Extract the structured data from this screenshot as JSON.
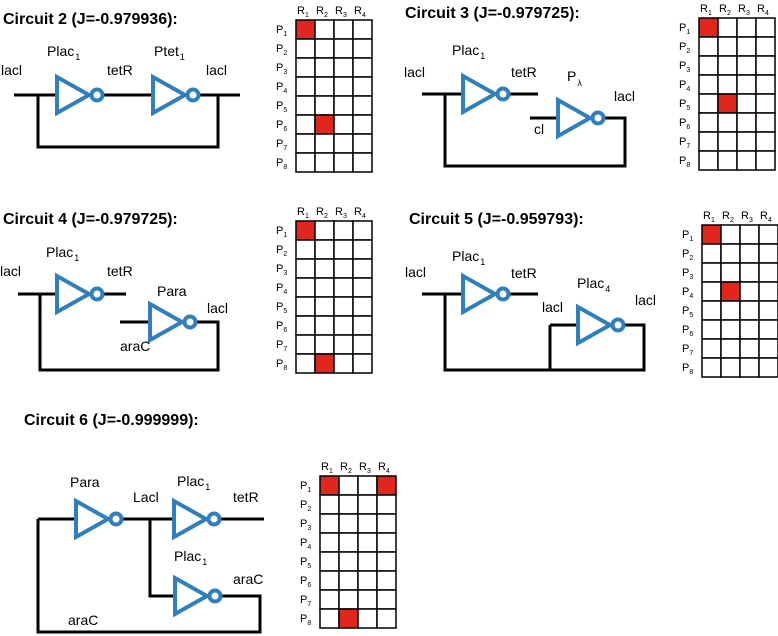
{
  "circuits": [
    {
      "title": "Circuit 2 (J=-0.979936):",
      "labels": {
        "in": "lacl",
        "g1_base": "Plac",
        "g1_sub": "1",
        "mid": "tetR",
        "g2_base": "Ptet",
        "g2_sub": "1",
        "out": "lacl"
      },
      "grid": {
        "rows": [
          "1",
          "2",
          "3",
          "4",
          "5",
          "6",
          "7",
          "8"
        ],
        "cols": [
          "1",
          "2",
          "3",
          "4"
        ],
        "filled": [
          {
            "row": 1,
            "col": 1
          },
          {
            "row": 6,
            "col": 2
          }
        ]
      }
    },
    {
      "title": "Circuit 3 (J=-0.979725):",
      "labels": {
        "in": "lacl",
        "g1_base": "Plac",
        "g1_sub": "1",
        "mid": "tetR",
        "g2_base": "P",
        "g2_sub": "λ",
        "g2_in": "cl",
        "out": "lacl"
      },
      "grid": {
        "rows": [
          "1",
          "2",
          "3",
          "4",
          "5",
          "6",
          "7",
          "8"
        ],
        "cols": [
          "1",
          "2",
          "3",
          "4"
        ],
        "filled": [
          {
            "row": 1,
            "col": 1
          },
          {
            "row": 5,
            "col": 2
          }
        ]
      }
    },
    {
      "title": "Circuit 4 (J=-0.979725):",
      "labels": {
        "in": "lacl",
        "g1_base": "Plac",
        "g1_sub": "1",
        "mid": "tetR",
        "g2_base": "Para",
        "g2_in": "araC",
        "out": "lacl"
      },
      "grid": {
        "rows": [
          "1",
          "2",
          "3",
          "4",
          "5",
          "6",
          "7",
          "8"
        ],
        "cols": [
          "1",
          "2",
          "3",
          "4"
        ],
        "filled": [
          {
            "row": 1,
            "col": 1
          },
          {
            "row": 8,
            "col": 2
          }
        ]
      }
    },
    {
      "title": "Circuit 5 (J=-0.959793):",
      "labels": {
        "in": "lacl",
        "g1_base": "Plac",
        "g1_sub": "1",
        "mid": "tetR",
        "g2_base": "Plac",
        "g2_sub": "4",
        "g2_in": "lacl",
        "out": "lacl"
      },
      "grid": {
        "rows": [
          "1",
          "2",
          "3",
          "4",
          "5",
          "6",
          "7",
          "8"
        ],
        "cols": [
          "1",
          "2",
          "3",
          "4"
        ],
        "filled": [
          {
            "row": 1,
            "col": 1
          },
          {
            "row": 4,
            "col": 2
          }
        ]
      }
    },
    {
      "title": "Circuit 6 (J=-0.999999):",
      "labels": {
        "g1_base": "Para",
        "mid": "Lacl",
        "g2_base": "Plac",
        "g2_sub": "1",
        "out1": "tetR",
        "g3_base": "Plac",
        "g3_sub": "1",
        "out2": "araC",
        "loop": "araC"
      },
      "grid": {
        "rows": [
          "1",
          "2",
          "3",
          "4",
          "5",
          "6",
          "7",
          "8"
        ],
        "cols": [
          "1",
          "2",
          "3",
          "4"
        ],
        "filled": [
          {
            "row": 1,
            "col": 1
          },
          {
            "row": 1,
            "col": 4
          },
          {
            "row": 8,
            "col": 2
          }
        ]
      }
    }
  ],
  "grid_letters": {
    "row": "P",
    "col": "R"
  },
  "colors": {
    "gate": "#2f7fbf",
    "wire": "#000000",
    "filled": "#e0261d",
    "empty": "#ffffff"
  }
}
